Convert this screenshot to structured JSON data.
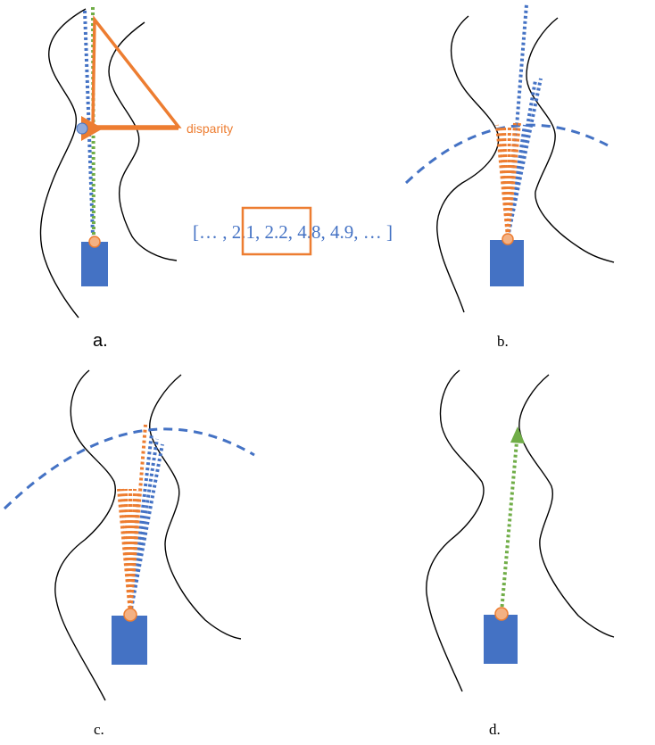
{
  "panels": {
    "a": {
      "label": "a.",
      "annotation": "disparity",
      "array_text": "[… , 2.1, 2.2, 4.8, 4.9, … ]"
    },
    "b": {
      "label": "b."
    },
    "c": {
      "label": "c."
    },
    "d": {
      "label": "d."
    }
  },
  "colors": {
    "robot": "#4472c4",
    "sensor": "#f4b183",
    "ray_blue": "#4472c4",
    "ray_orange": "#ed7d31",
    "ray_green": "#70ad47",
    "wall": "#000000"
  }
}
